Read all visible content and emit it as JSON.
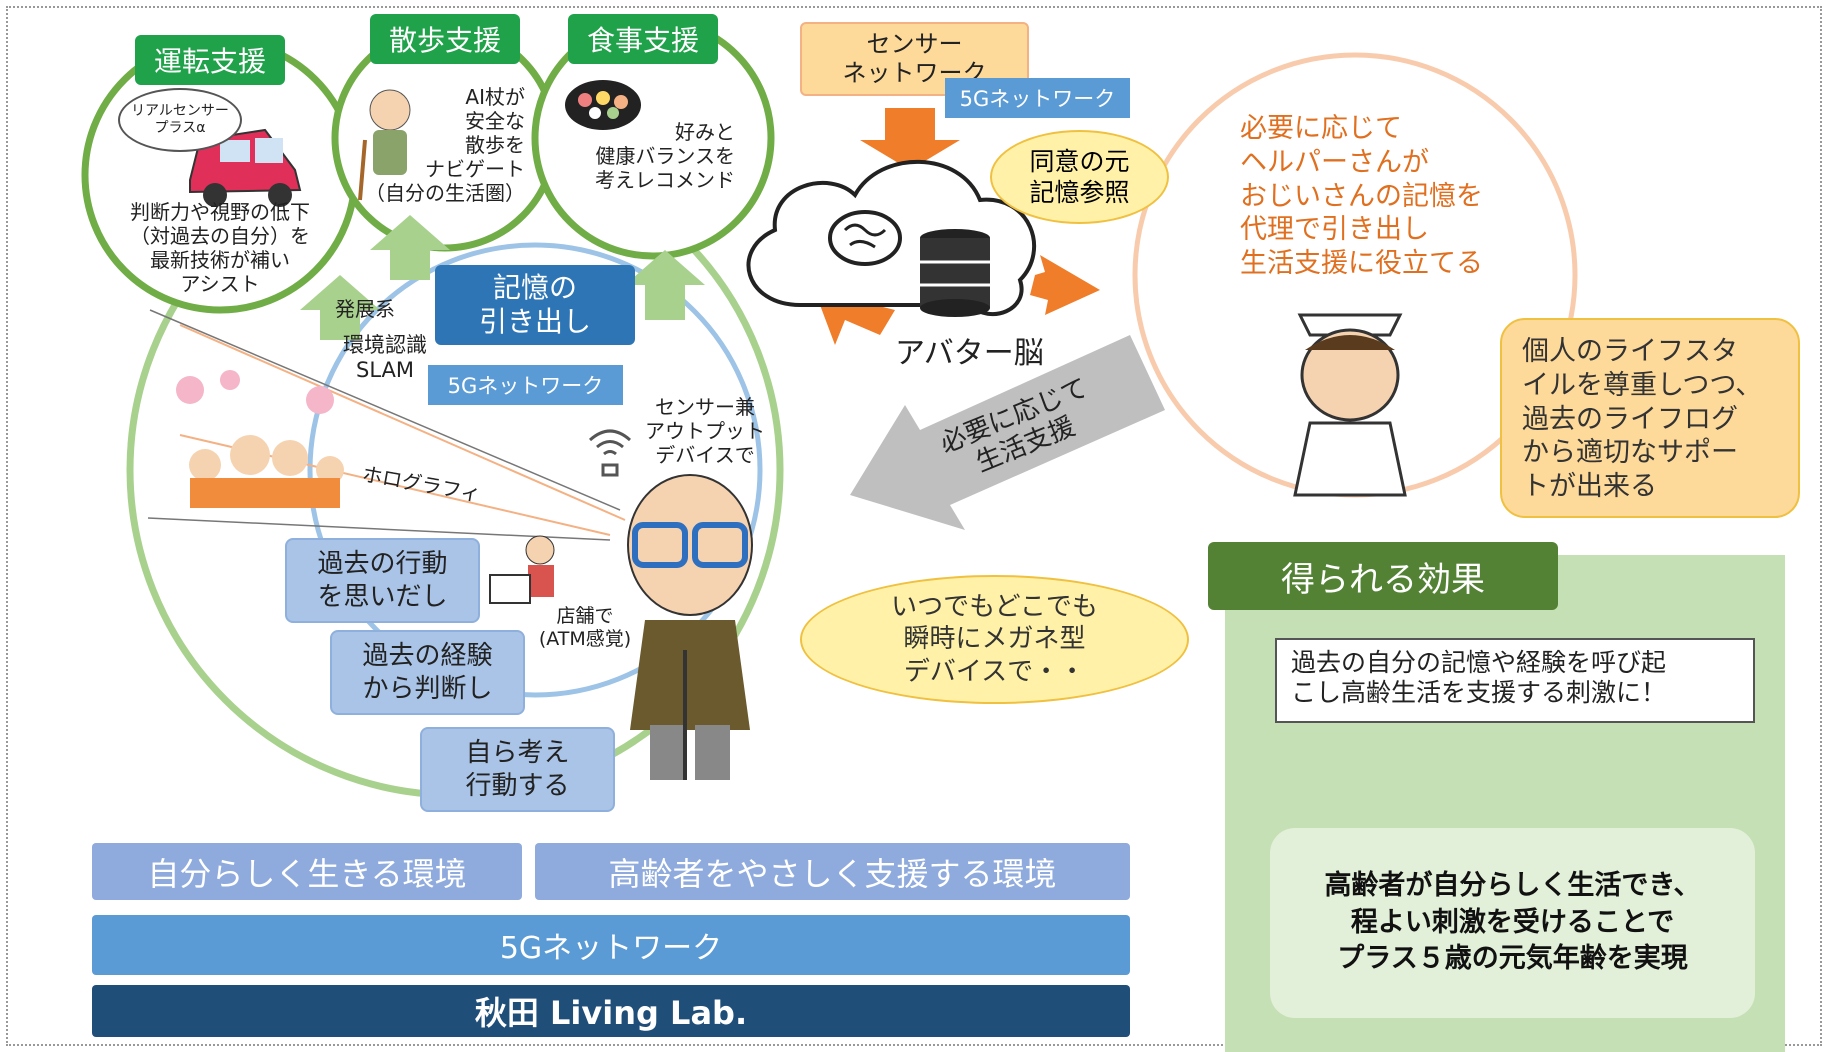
{
  "driving": {
    "tab": "運転支援",
    "sensor": "リアルセンサー\nプラスα",
    "desc": "判断力や視野の低下\n（対過去の自分）を\n最新技術が補い\nアシスト"
  },
  "walking": {
    "tab": "散歩支援",
    "desc": "AI杖が\n安全な\n散歩を\nナビゲート\n（自分の生活圏）"
  },
  "meal": {
    "tab": "食事支援",
    "desc": "好みと\n健康バランスを\n考えレコメンド"
  },
  "sensor_network": "センサー\nネットワーク",
  "network_5g": "5Gネットワーク",
  "consent_bubble": "同意の元\n記憶参照",
  "avatar_brain": "アバター脳",
  "helper_text": "必要に応じて\nヘルパーさんが\nおじいさんの記憶を\n代理で引き出し\n生活支援に役立てる",
  "lifestyle_bubble": "個人のライフスタ\nイルを尊重しつつ、\n過去のライフログ\nから適切なサポー\nトが出来る",
  "support_arrow": "必要に応じて\n生活支援",
  "memory_recall": "記憶の\n引き出し",
  "development": "発展系",
  "slam": "環境認識\nSLAM",
  "sensor_device": "センサー兼\nアウトプット\nデバイスで",
  "hologram": "ホログラフィ",
  "past_action": "過去の行動\nを思いだし",
  "past_experience": "過去の経験\nから判断し",
  "think_act": "自ら考え\n行動する",
  "store": "店舗で\n(ATM感覚)",
  "glasses_bubble": "いつでもどこでも\n瞬時にメガネ型\nデバイスで・・",
  "env_self": "自分らしく生きる環境",
  "env_support": "高齢者をやさしく支援する環境",
  "network_bar": "5Gネットワーク",
  "living_lab": "秋田 Living Lab.",
  "effects": {
    "title": "得られる効果",
    "box": "過去の自分の記憶や経験を呼び起\nこし高齢生活を支援する刺激に！",
    "result": "高齢者が自分らしく生活でき、\n程よい刺激を受けることで\nプラス５歳の元気年齢を実現"
  },
  "colors": {
    "green": "#1fa24a",
    "lightgreen": "#c5e0b4",
    "orange": "#f07d2a",
    "blue": "#5b9bd5",
    "navy": "#1f4e79"
  }
}
